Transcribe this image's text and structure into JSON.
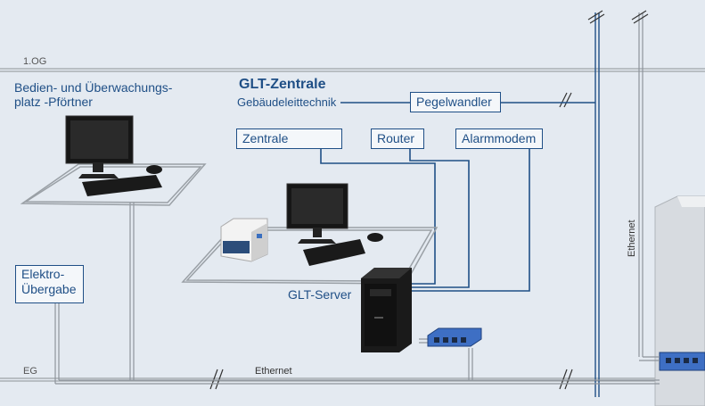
{
  "floors": {
    "upper": "1.OG",
    "ground": "EG"
  },
  "workstation": {
    "line1": "Bedien- und Überwachungs-",
    "line2": "platz   -Pförtner"
  },
  "glt": {
    "title": "GLT-Zentrale",
    "subtitle": "Gebäudeleittechnik"
  },
  "boxes": {
    "pegelwandler": "Pegelwandler",
    "zentrale": "Zentrale",
    "router": "Router",
    "alarmmodem": "Alarmmodem",
    "elektro_line1": "Elektro-",
    "elektro_line2": "Übergabe"
  },
  "server_label": "GLT-Server",
  "cable_labels": {
    "ethernet_horizontal": "Ethernet",
    "ethernet_vertical": "Ethernet"
  },
  "colors": {
    "line_blue": "#1f4f86",
    "floor_line": "#a8adb3",
    "background": "#e4eaf1"
  }
}
